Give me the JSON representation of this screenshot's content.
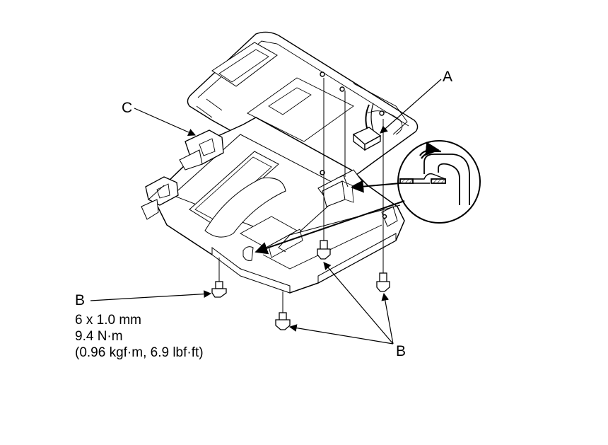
{
  "callouts": {
    "a": "A",
    "b_left": "B",
    "b_right": "B",
    "c": "C"
  },
  "bolt_spec": {
    "size": "6 x 1.0 mm",
    "torque_nm": "9.4 N·m",
    "torque_alt": "(0.96 kgf·m, 6.9 lbf·ft)"
  }
}
